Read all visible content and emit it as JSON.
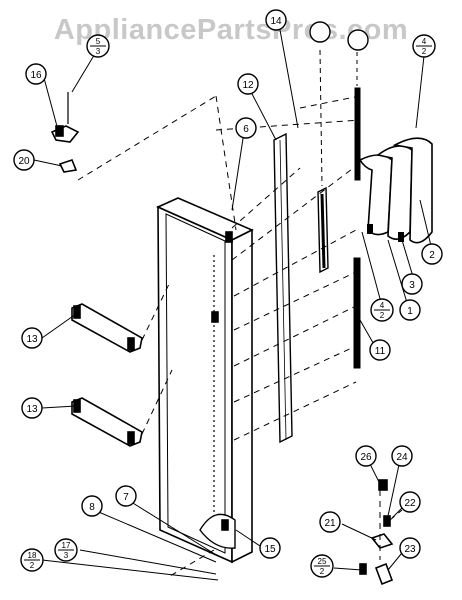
{
  "watermark": "AppliancePartsPros.com",
  "callouts": [
    {
      "id": "c16",
      "label": "16"
    },
    {
      "id": "c5a",
      "label": "5"
    },
    {
      "id": "c5b",
      "label": "3"
    },
    {
      "id": "c20",
      "label": "20"
    },
    {
      "id": "c14",
      "label": "14"
    },
    {
      "id": "c12",
      "label": "12"
    },
    {
      "id": "c6",
      "label": "6"
    },
    {
      "id": "c13a",
      "label": "13"
    },
    {
      "id": "c13b",
      "label": "13"
    },
    {
      "id": "c4a",
      "label": "4"
    },
    {
      "id": "c4b",
      "label": "2"
    },
    {
      "id": "c2",
      "label": "2"
    },
    {
      "id": "c3",
      "label": "3"
    },
    {
      "id": "c1",
      "label": "1"
    },
    {
      "id": "c11",
      "label": "11"
    },
    {
      "id": "c8",
      "label": "8"
    },
    {
      "id": "c7",
      "label": "7"
    },
    {
      "id": "c15",
      "label": "15"
    },
    {
      "id": "c17",
      "label": "17"
    },
    {
      "id": "c18",
      "label": "18"
    },
    {
      "id": "c26",
      "label": "26"
    },
    {
      "id": "c24",
      "label": "24"
    },
    {
      "id": "c22",
      "label": "22"
    },
    {
      "id": "c21",
      "label": "21"
    },
    {
      "id": "c23",
      "label": "23"
    },
    {
      "id": "c25",
      "label": "25"
    }
  ],
  "fraction_callouts": [
    {
      "id": "f53",
      "top": "5",
      "bottom": "3"
    },
    {
      "id": "f42",
      "top": "4",
      "bottom": "2"
    },
    {
      "id": "f42b",
      "top": "4",
      "bottom": "2"
    },
    {
      "id": "f17",
      "top": "17",
      "bottom": "3"
    },
    {
      "id": "f18",
      "top": "18",
      "bottom": "2"
    },
    {
      "id": "f25",
      "top": "25",
      "bottom": "2"
    }
  ]
}
